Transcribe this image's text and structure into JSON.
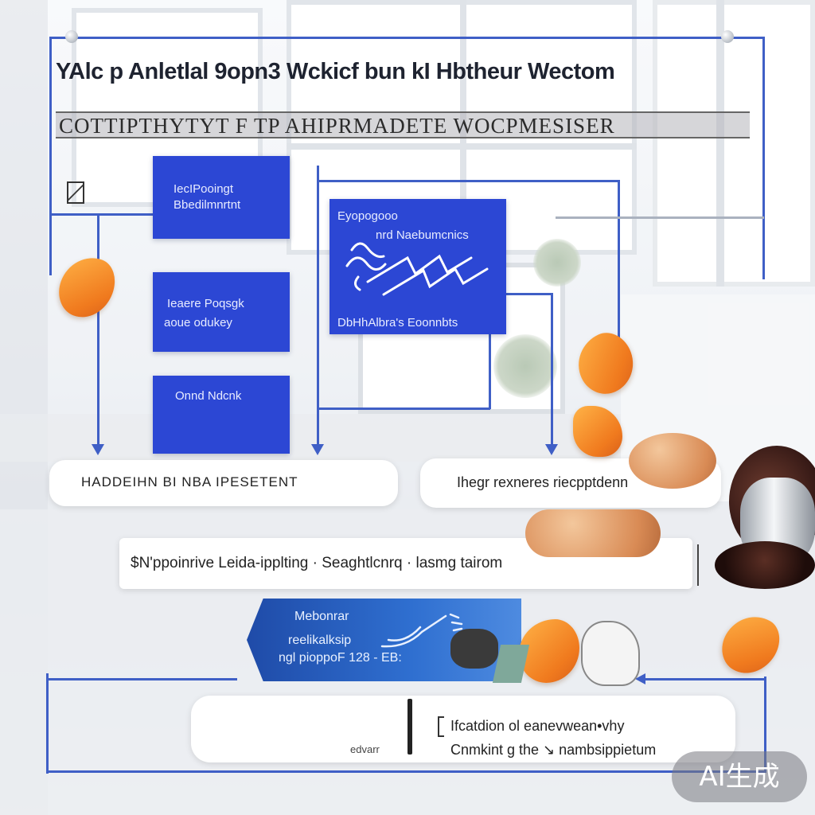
{
  "title": "YAlc p Anletlal 9opn3 Wckicf bun kI Hbtheur Wectom",
  "subtitle": "COTTIPTHYTYT F TP AHIPRMADETE WOCPMESISER",
  "boxes": {
    "box1": {
      "line1": "IecIPooingt",
      "line2": "Bbedilmnrtnt"
    },
    "box2": {
      "line1": "Ieaere Poqsgk",
      "line2": "aoue odukey"
    },
    "box3": {
      "line1": "Onnd Ndcnk"
    },
    "center": {
      "line1": "Eyopogooo",
      "line2": "nrd Naebumcnics",
      "line3": "DbHhAlbra's Eoonnbts"
    }
  },
  "pills": {
    "left": "HADDEIHN BI NBA IPESETENT",
    "right": "Ihegr rexneres riecpptdenn",
    "wide": "$N'ppoinrive Leida-ipplting · Seaghtlcnrq · lasmg tairom"
  },
  "ribbon": {
    "line1": "Mebonrar",
    "line2": "reelikalksip",
    "line3": "ngl pioppoF 128 - EB:"
  },
  "bottom": {
    "line1": "Ifcatdion ol eanevwean•vhy",
    "line2": "Cnmkint g the ↘ nambsippietum",
    "side": "edvarr"
  },
  "badge": "AI生成",
  "colors": {
    "accent": "#3f5fc6",
    "box": "#2c47d4",
    "orange": "#f07a1e"
  }
}
